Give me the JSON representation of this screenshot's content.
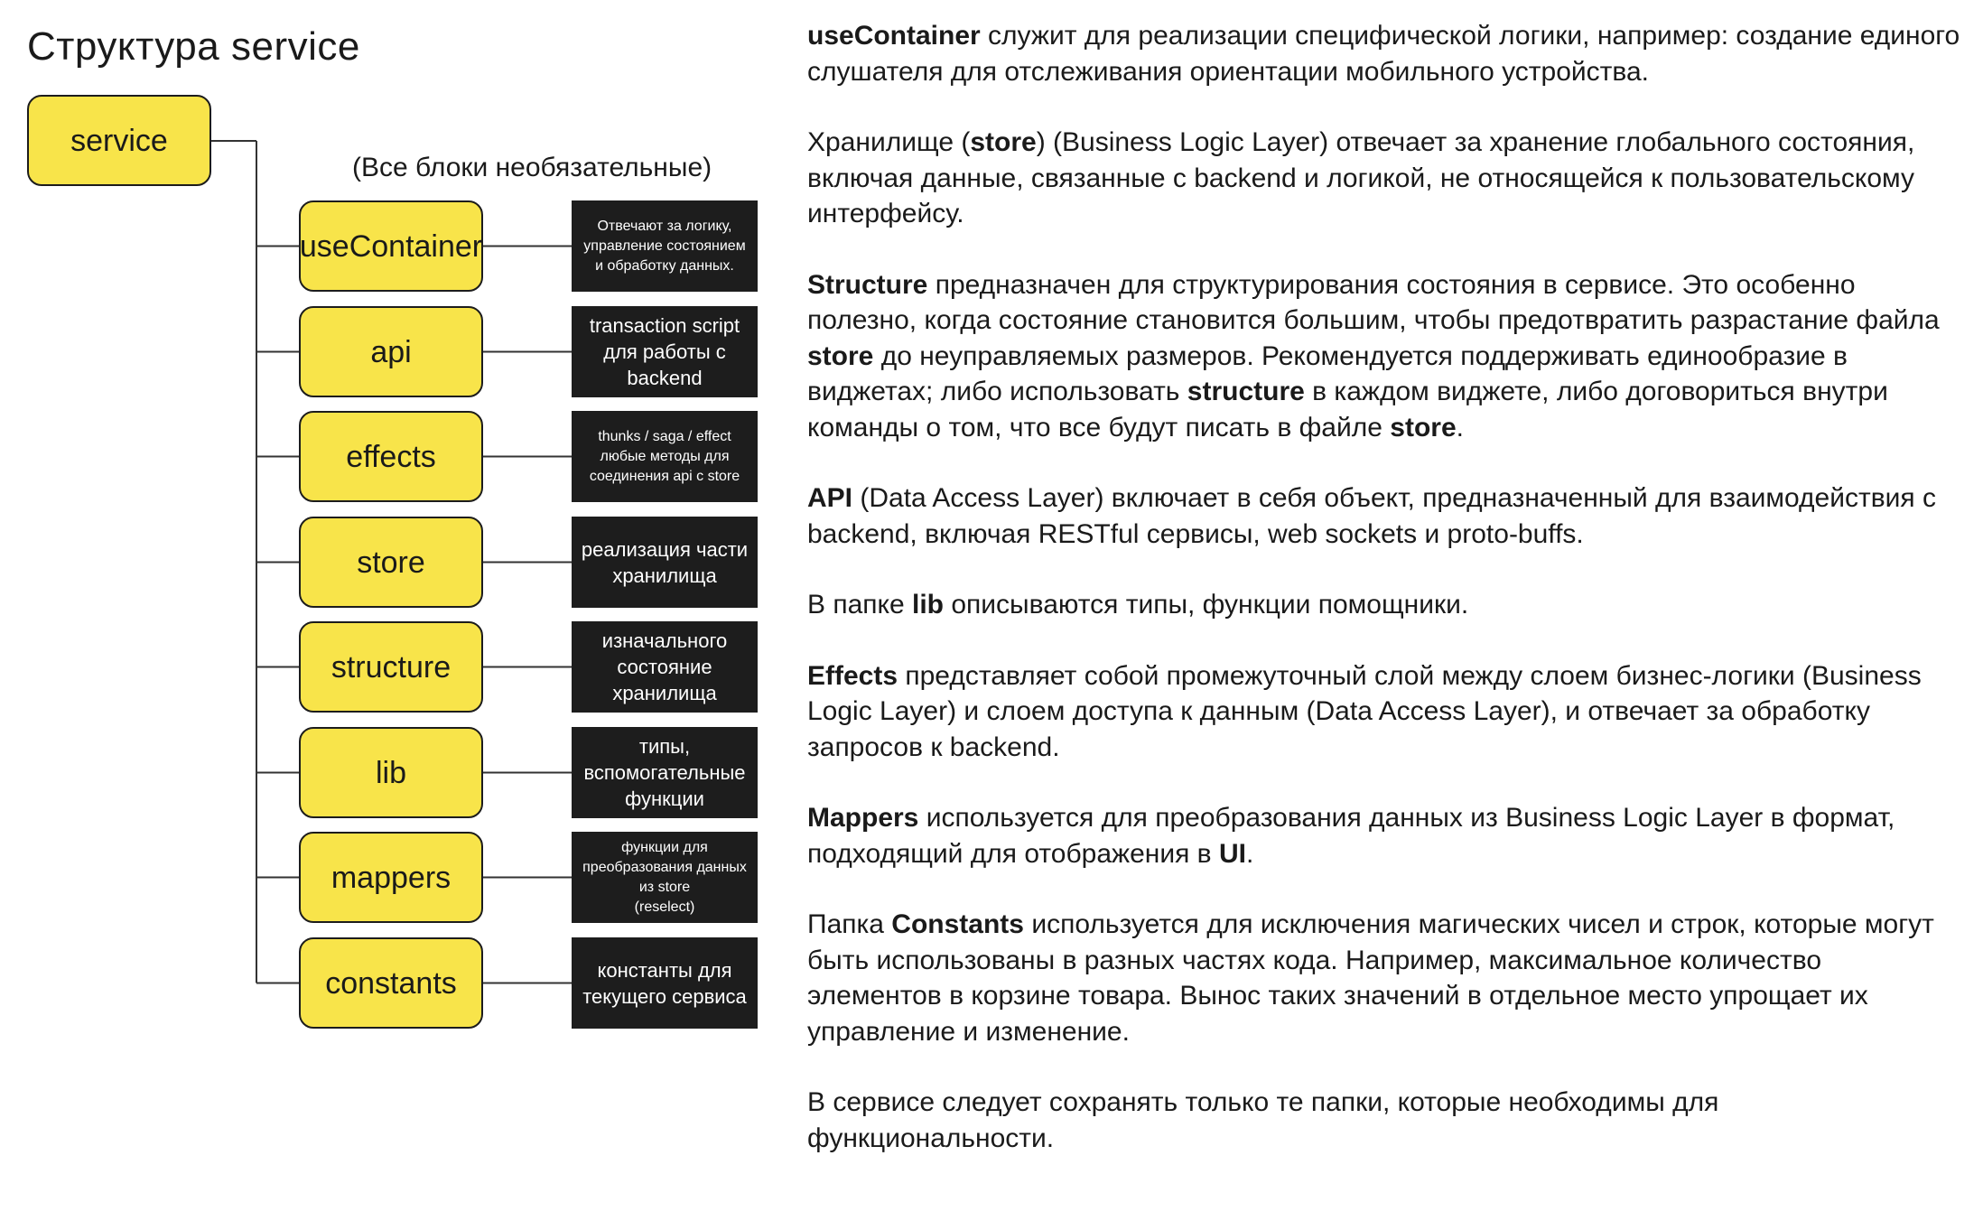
{
  "title": "Структура service",
  "subtitle": "(Все блоки необязательные)",
  "root": {
    "label": "service"
  },
  "children": [
    {
      "label": "useContainer",
      "desc": "Отвечают за логику, управление состоянием и обработку данных."
    },
    {
      "label": "api",
      "desc": "transaction script для работы с backend"
    },
    {
      "label": "effects",
      "desc": "thunks / saga / effect любые методы для соединения api с store"
    },
    {
      "label": "store",
      "desc": "реализация части хранилища"
    },
    {
      "label": "structure",
      "desc": "изначального состояние хранилища"
    },
    {
      "label": "lib",
      "desc": "типы, вспомогательные функции"
    },
    {
      "label": "mappers",
      "desc": "функции для преобразования данных из store\n(reselect)"
    },
    {
      "label": "constants",
      "desc": "константы для текущего сервиса"
    }
  ],
  "paragraphs": [
    [
      {
        "t": "useContainer",
        "b": true
      },
      {
        "t": " служит для реализации специфической логики, например: создание единого слушателя для отслеживания ориентации мобильного устройства."
      }
    ],
    [
      {
        "t": "Хранилище ("
      },
      {
        "t": "store",
        "b": true
      },
      {
        "t": ") (Business Logic Layer) отвечает за хранение глобального состояния, включая данные, связанные с backend и логикой, не относящейся к пользовательскому интерфейсу."
      }
    ],
    [
      {
        "t": "Structure",
        "b": true
      },
      {
        "t": " предназначен для структурирования состояния в сервисе. Это особенно полезно, когда состояние становится большим, чтобы предотвратить разрастание файла "
      },
      {
        "t": "store",
        "b": true
      },
      {
        "t": " до неуправляемых размеров. Рекомендуется поддерживать единообразие в виджетах; либо использовать "
      },
      {
        "t": "structure",
        "b": true
      },
      {
        "t": " в каждом виджете, либо договориться внутри команды о том, что все будут писать в файле "
      },
      {
        "t": "store",
        "b": true
      },
      {
        "t": "."
      }
    ],
    [
      {
        "t": "API",
        "b": true
      },
      {
        "t": " (Data Access Layer) включает в себя объект, предназначенный для взаимодействия с backend, включая RESTful сервисы, web sockets и proto-buffs."
      }
    ],
    [
      {
        "t": "В папке "
      },
      {
        "t": "lib",
        "b": true
      },
      {
        "t": " описываются типы, функции помощники."
      }
    ],
    [
      {
        "t": "Effects",
        "b": true
      },
      {
        "t": " представляет собой промежуточный слой между слоем бизнес-логики (Business Logic Layer) и слоем доступа к данным (Data Access Layer), и отвечает за обработку запросов к backend."
      }
    ],
    [
      {
        "t": "Mappers",
        "b": true
      },
      {
        "t": " используется для преобразования данных из Business Logic Layer в формат, подходящий для отображения в "
      },
      {
        "t": "UI",
        "b": true
      },
      {
        "t": "."
      }
    ],
    [
      {
        "t": "Папка "
      },
      {
        "t": "Constants",
        "b": true
      },
      {
        "t": " используется для исключения магических чисел и строк, которые могут быть использованы в разных частях кода. Например, максимальное количество элементов в корзине товара. Вынос таких значений в отдельное место упрощает их управление и изменение."
      }
    ],
    [
      {
        "t": "В сервисе следует сохранять только те папки, которые необходимы для функциональности."
      }
    ]
  ],
  "colors": {
    "node_fill": "#f8e44a",
    "node_border": "#1c1c1c",
    "desc_fill": "#1d1d1d",
    "desc_text": "#ffffff",
    "line": "#333333"
  }
}
